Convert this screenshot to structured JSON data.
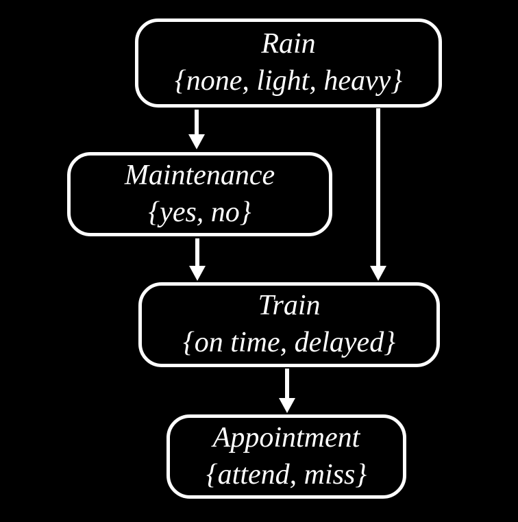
{
  "diagram": {
    "type": "bayesian-network",
    "colors": {
      "background": "#000000",
      "node_border": "#ffffff",
      "text": "#ffffff",
      "edge": "#ffffff"
    },
    "nodes": [
      {
        "id": "rain",
        "name": "Rain",
        "values": "{none, light, heavy}"
      },
      {
        "id": "maintenance",
        "name": "Maintenance",
        "values": "{yes, no}"
      },
      {
        "id": "train",
        "name": "Train",
        "values": "{on time, delayed}"
      },
      {
        "id": "appointment",
        "name": "Appointment",
        "values": "{attend, miss}"
      }
    ],
    "edges": [
      {
        "from": "Rain",
        "to": "Maintenance"
      },
      {
        "from": "Rain",
        "to": "Train"
      },
      {
        "from": "Maintenance",
        "to": "Train"
      },
      {
        "from": "Train",
        "to": "Appointment"
      }
    ]
  }
}
